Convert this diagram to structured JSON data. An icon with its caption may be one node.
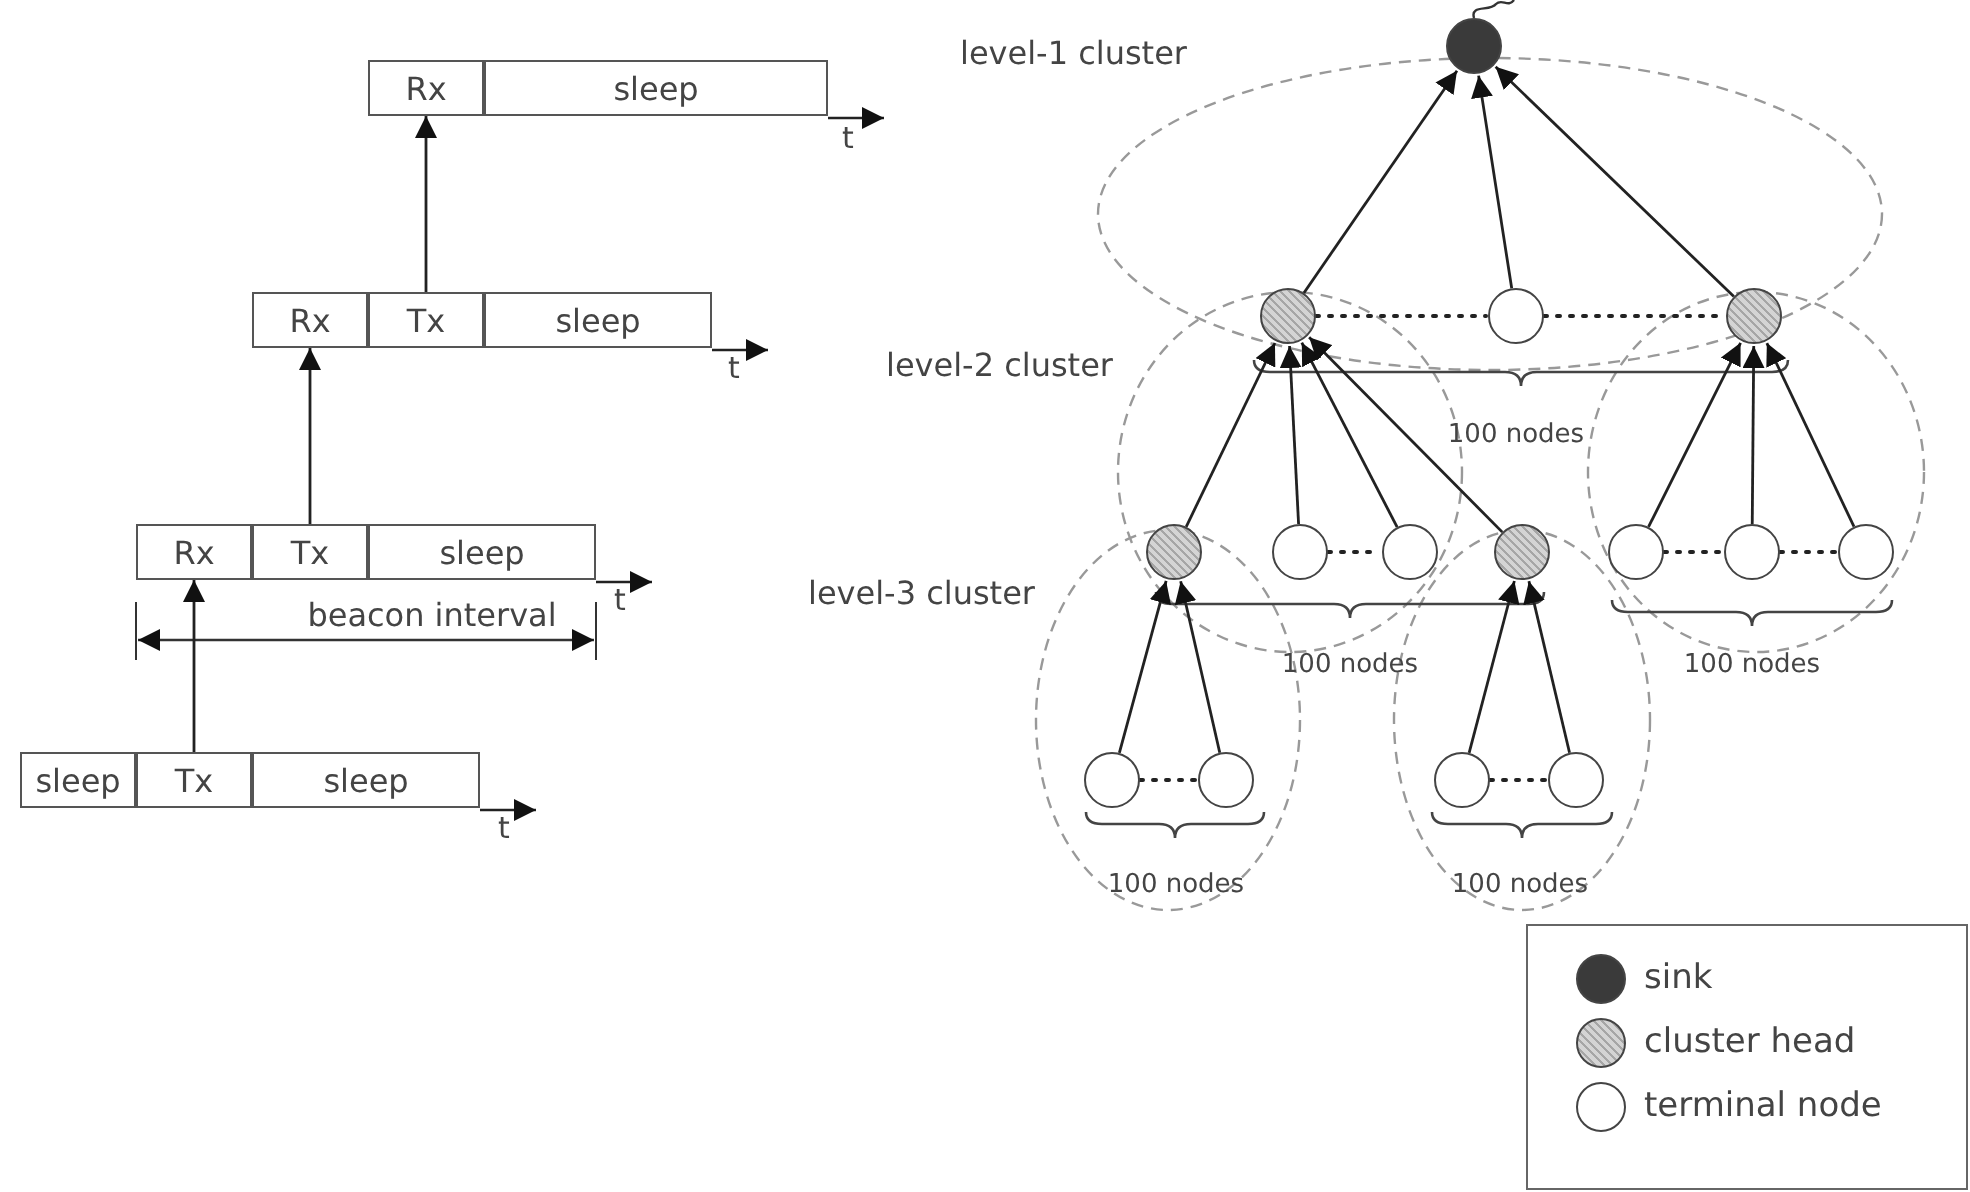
{
  "diagram": {
    "nodes": [
      {
        "text": [
          "Rx"
        ]
      },
      {
        "text": [
          "sleep"
        ]
      },
      {
        "text": [
          "Rx"
        ]
      },
      {
        "text": [
          "Tx"
        ]
      },
      {
        "text": [
          "sleep"
        ]
      },
      {
        "text": [
          "Rx"
        ]
      },
      {
        "text": [
          "Tx"
        ]
      },
      {
        "text": [
          "sleep"
        ]
      },
      {
        "text": [
          "sleep"
        ]
      },
      {
        "text": [
          "Tx"
        ]
      },
      {
        "text": [
          "sleep"
        ]
      },
      {
        "text": [],
        "shape": "circle"
      },
      {
        "text": [],
        "shape": "circle"
      },
      {
        "text": [],
        "shape": "circle"
      },
      {
        "text": [],
        "shape": "circle"
      },
      {
        "text": [],
        "shape": "circle"
      },
      {
        "text": [],
        "shape": "circle"
      },
      {
        "text": [],
        "shape": "circle"
      },
      {
        "text": [],
        "shape": "circle"
      },
      {
        "text": [],
        "shape": "circle"
      },
      {
        "text": [],
        "shape": "circle"
      },
      {
        "text": [],
        "shape": "circle"
      },
      {
        "text": [],
        "shape": "circle"
      },
      {
        "text": [],
        "shape": "circle"
      },
      {
        "text": [],
        "shape": "circle"
      },
      {
        "text": [],
        "shape": "circle"
      }
    ],
    "edges": [
      {
        "from": 9,
        "to": 5,
        "arrow": "to"
      },
      {
        "from": 6,
        "to": 2,
        "arrow": "to"
      },
      {
        "from": 3,
        "to": 0,
        "arrow": "to"
      },
      {
        "from": 12,
        "to": 11,
        "arrow": "to"
      },
      {
        "from": 13,
        "to": 11,
        "arrow": "to"
      },
      {
        "from": 14,
        "to": 11,
        "arrow": "to"
      },
      {
        "from": 15,
        "to": 12,
        "arrow": "to"
      },
      {
        "from": 16,
        "to": 12,
        "arrow": "to"
      },
      {
        "from": 17,
        "to": 12,
        "arrow": "to"
      },
      {
        "from": 18,
        "to": 12,
        "arrow": "to"
      },
      {
        "from": 19,
        "to": 14,
        "arrow": "to"
      },
      {
        "from": 20,
        "to": 14,
        "arrow": "to"
      },
      {
        "from": 21,
        "to": 14,
        "arrow": "to"
      },
      {
        "from": 22,
        "to": 15,
        "arrow": "to"
      },
      {
        "from": 23,
        "to": 15,
        "arrow": "to"
      },
      {
        "from": 24,
        "to": 18,
        "arrow": "to"
      },
      {
        "from": 25,
        "to": 18,
        "arrow": "to"
      },
      {
        "from": 12,
        "to": 13,
        "arrow": "none",
        "style": "dashed"
      },
      {
        "from": 13,
        "to": 14,
        "arrow": "none",
        "style": "dashed"
      },
      {
        "from": 16,
        "to": 17,
        "arrow": "none",
        "style": "dashed"
      },
      {
        "from": 19,
        "to": 20,
        "arrow": "none",
        "style": "dashed"
      },
      {
        "from": 20,
        "to": 21,
        "arrow": "none",
        "style": "dashed"
      },
      {
        "from": 22,
        "to": 23,
        "arrow": "none",
        "style": "dashed"
      },
      {
        "from": 24,
        "to": 25,
        "arrow": "none",
        "style": "dashed"
      }
    ],
    "labels": [
      "level-1 cluster",
      "t",
      "t",
      "level-2 cluster",
      "100 nodes",
      "t",
      "level-3 cluster",
      "beacon interval",
      "100 nodes",
      "100 nodes",
      "t",
      "100 nodes",
      "100 nodes"
    ],
    "legend": [
      {
        "text": "sink",
        "color": "#3a3a3a"
      },
      {
        "text": "cluster head",
        "color": "#d4d4d4"
      },
      {
        "text": "terminal node",
        "color": "#ffffff"
      }
    ]
  }
}
